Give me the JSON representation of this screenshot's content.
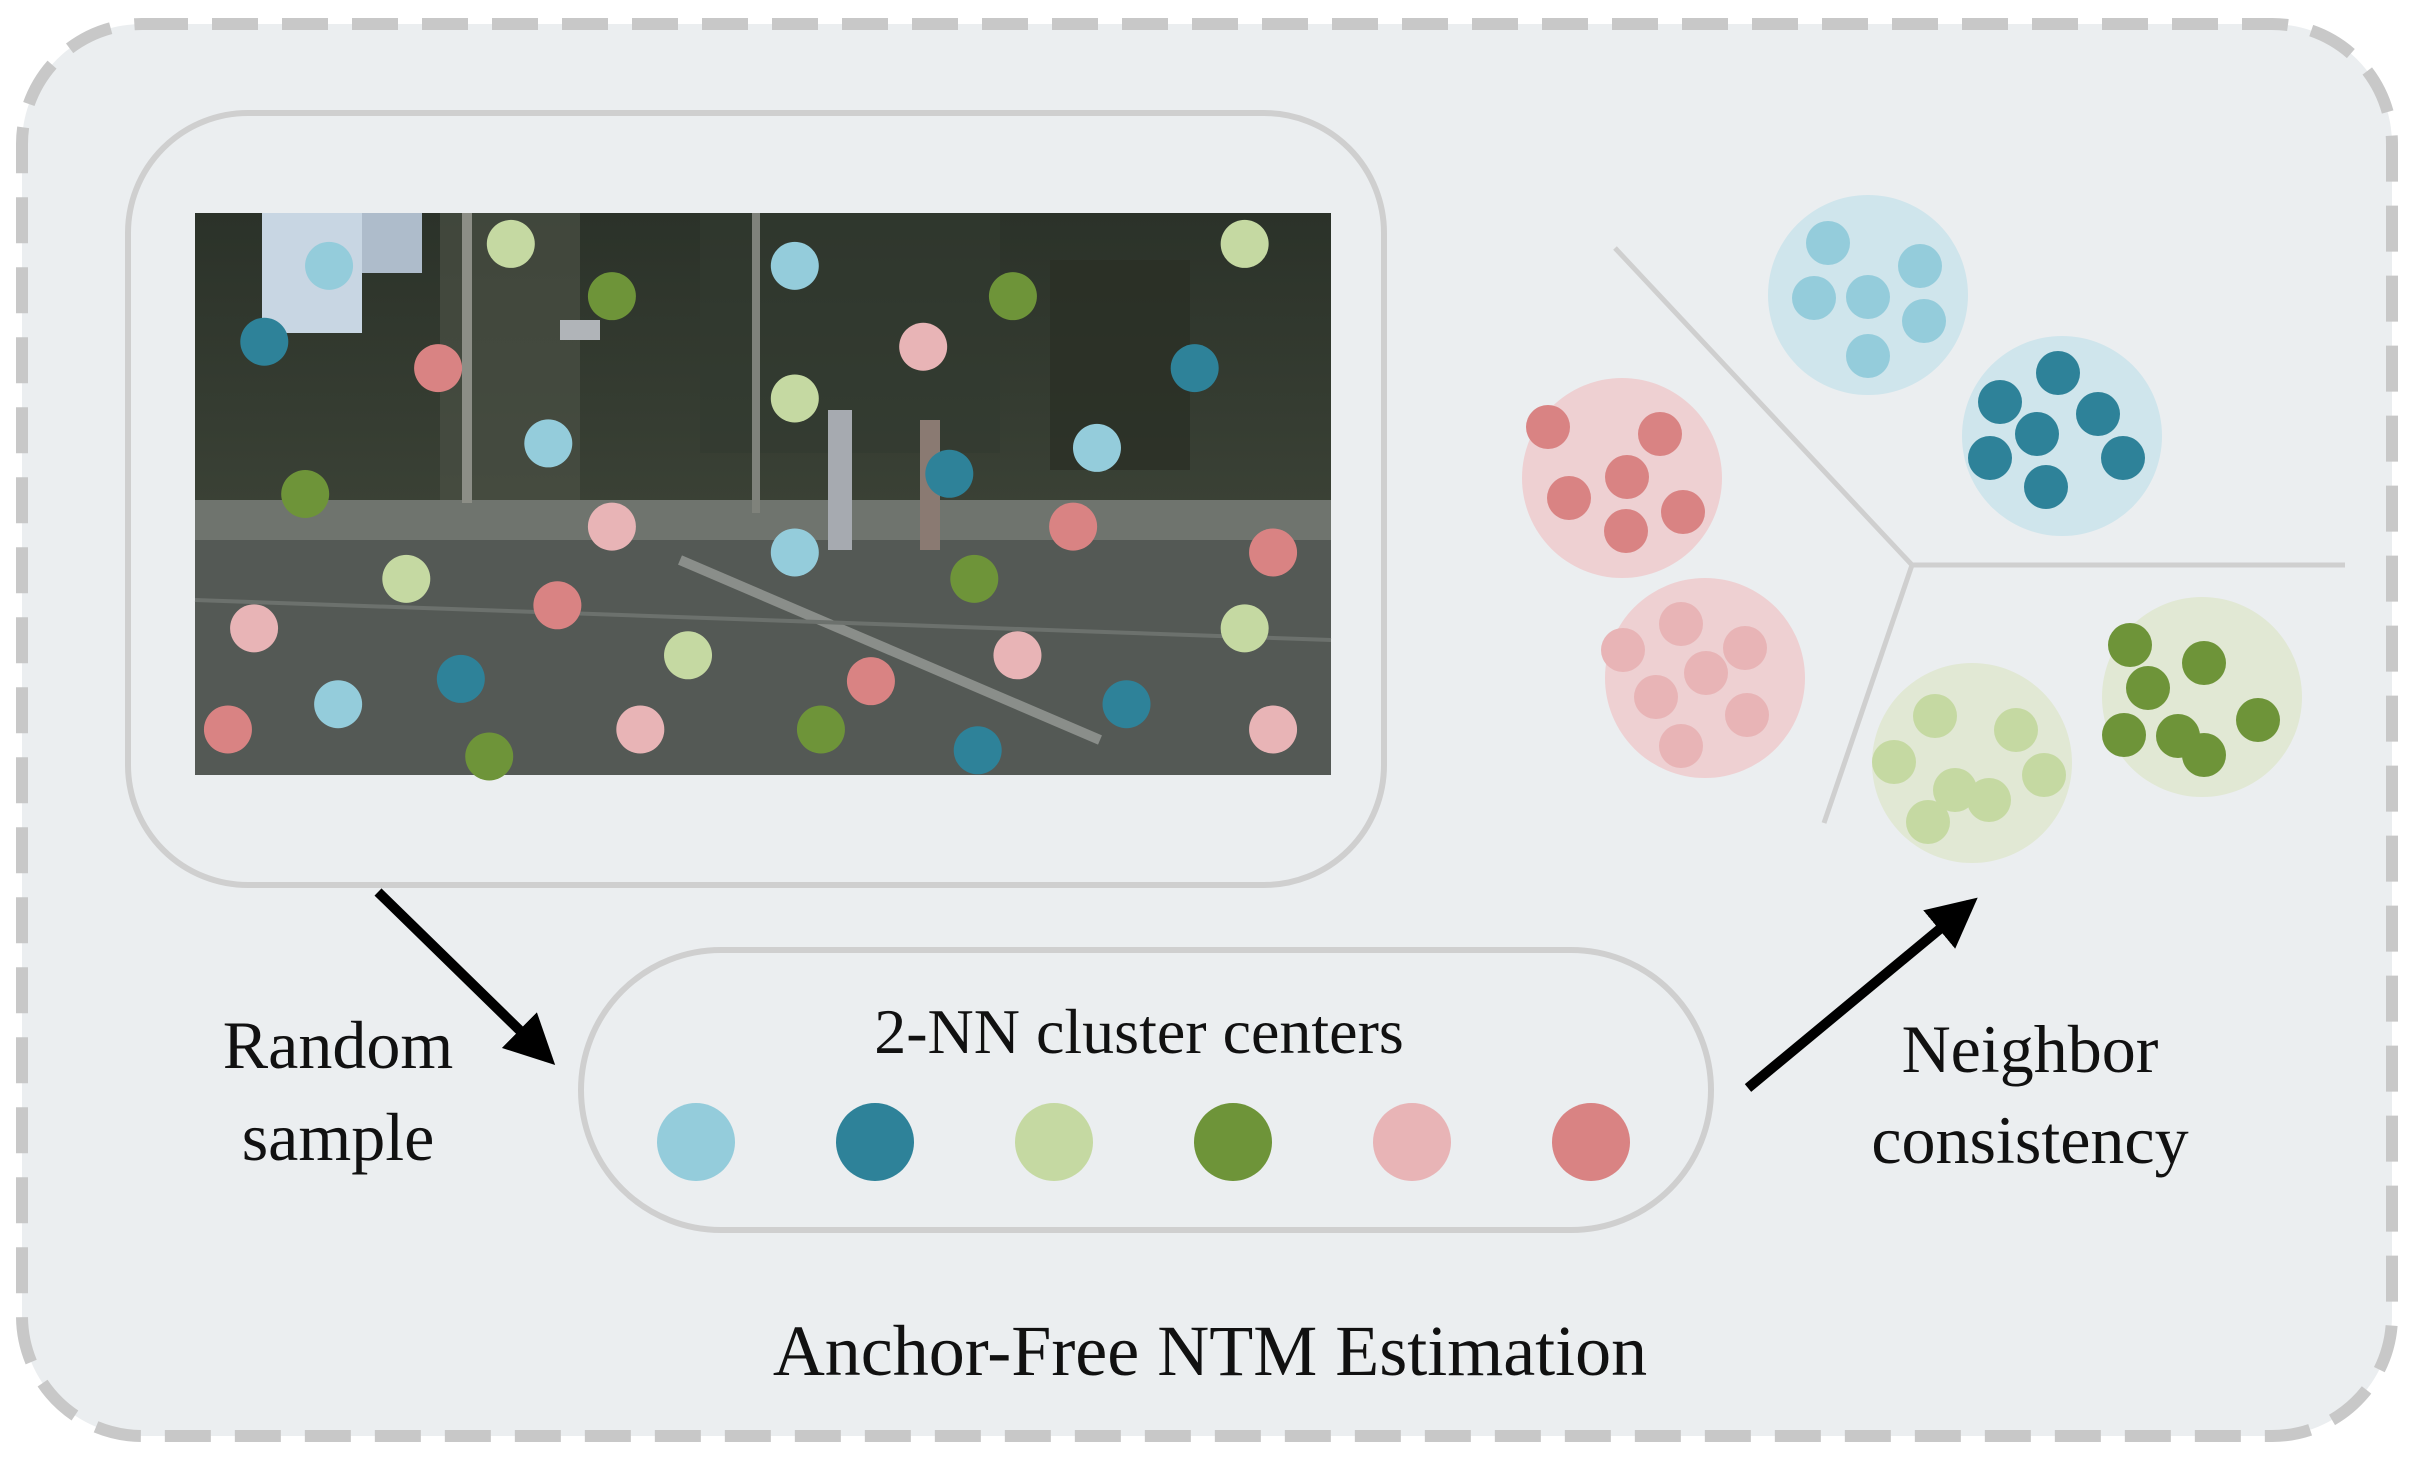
{
  "labels": {
    "random_sample": [
      "Random",
      "sample"
    ],
    "cluster_centers_title": "2-NN cluster centers",
    "neighbor_consistency": [
      "Neighbor",
      "consistency"
    ],
    "footer_title": "Anchor-Free NTM Estimation"
  },
  "colors": {
    "panel_bg": "#ebeef0",
    "panel_dash": "#c8c8c8",
    "inner_stroke": "#cfcfcf",
    "arrow": "#000000",
    "class_light_blue": "#94ccdb",
    "class_dark_teal": "#2e8299",
    "class_light_green": "#c5d9a2",
    "class_dark_green": "#6e9439",
    "class_light_pink": "#e8b4b6",
    "class_salmon": "#d98383"
  },
  "cluster_centers": [
    "class_light_blue",
    "class_dark_teal",
    "class_light_green",
    "class_dark_green",
    "class_light_pink",
    "class_salmon"
  ],
  "image_points": [
    [
      "class_light_blue",
      0.118,
      0.094
    ],
    [
      "class_light_green",
      0.278,
      0.055
    ],
    [
      "class_light_blue",
      0.528,
      0.094
    ],
    [
      "class_light_green",
      0.924,
      0.055
    ],
    [
      "class_dark_teal",
      0.061,
      0.229
    ],
    [
      "class_dark_green",
      0.367,
      0.148
    ],
    [
      "class_dark_green",
      0.72,
      0.148
    ],
    [
      "class_salmon",
      0.214,
      0.276
    ],
    [
      "class_light_pink",
      0.641,
      0.238
    ],
    [
      "class_dark_teal",
      0.88,
      0.276
    ],
    [
      "class_light_green",
      0.528,
      0.33
    ],
    [
      "class_light_blue",
      0.311,
      0.41
    ],
    [
      "class_light_blue",
      0.794,
      0.418
    ],
    [
      "class_dark_green",
      0.097,
      0.5
    ],
    [
      "class_dark_teal",
      0.664,
      0.464
    ],
    [
      "class_light_pink",
      0.367,
      0.558
    ],
    [
      "class_salmon",
      0.773,
      0.558
    ],
    [
      "class_light_blue",
      0.528,
      0.604
    ],
    [
      "class_salmon",
      0.949,
      0.604
    ],
    [
      "class_light_green",
      0.186,
      0.651
    ],
    [
      "class_dark_green",
      0.686,
      0.651
    ],
    [
      "class_light_pink",
      0.052,
      0.739
    ],
    [
      "class_salmon",
      0.319,
      0.698
    ],
    [
      "class_light_green",
      0.924,
      0.739
    ],
    [
      "class_light_green",
      0.434,
      0.787
    ],
    [
      "class_light_pink",
      0.724,
      0.787
    ],
    [
      "class_dark_teal",
      0.234,
      0.829
    ],
    [
      "class_salmon",
      0.595,
      0.833
    ],
    [
      "class_light_blue",
      0.126,
      0.874
    ],
    [
      "class_dark_teal",
      0.82,
      0.874
    ],
    [
      "class_salmon",
      0.029,
      0.919
    ],
    [
      "class_light_pink",
      0.392,
      0.919
    ],
    [
      "class_dark_green",
      0.551,
      0.919
    ],
    [
      "class_light_pink",
      0.949,
      0.919
    ],
    [
      "class_dark_green",
      0.259,
      0.967
    ],
    [
      "class_dark_teal",
      0.689,
      0.956
    ]
  ],
  "clusters": [
    {
      "class": "class_light_blue",
      "points": [
        [
          1828,
          243
        ],
        [
          1920,
          266
        ],
        [
          1814,
          298
        ],
        [
          1868,
          297
        ],
        [
          1924,
          321
        ],
        [
          1868,
          356
        ]
      ]
    },
    {
      "class": "class_dark_teal",
      "points": [
        [
          2058,
          373
        ],
        [
          2000,
          402
        ],
        [
          2037,
          434
        ],
        [
          2098,
          414
        ],
        [
          1990,
          458
        ],
        [
          2123,
          458
        ],
        [
          2046,
          487
        ]
      ]
    },
    {
      "class": "class_salmon",
      "points": [
        [
          1548,
          427
        ],
        [
          1660,
          434
        ],
        [
          1627,
          477
        ],
        [
          1569,
          498
        ],
        [
          1683,
          512
        ],
        [
          1626,
          531
        ]
      ]
    },
    {
      "class": "class_light_pink",
      "points": [
        [
          1681,
          624
        ],
        [
          1745,
          648
        ],
        [
          1623,
          650
        ],
        [
          1706,
          673
        ],
        [
          1656,
          697
        ],
        [
          1747,
          715
        ],
        [
          1681,
          746
        ]
      ]
    },
    {
      "class": "class_dark_green",
      "points": [
        [
          2130,
          645
        ],
        [
          2204,
          663
        ],
        [
          2148,
          688
        ],
        [
          2258,
          720
        ],
        [
          2178,
          736
        ],
        [
          2124,
          735
        ],
        [
          2204,
          755
        ]
      ]
    },
    {
      "class": "class_light_green",
      "points": [
        [
          1935,
          716
        ],
        [
          2016,
          730
        ],
        [
          1894,
          762
        ],
        [
          2044,
          775
        ],
        [
          1955,
          790
        ],
        [
          1989,
          800
        ],
        [
          1928,
          822
        ]
      ]
    }
  ]
}
